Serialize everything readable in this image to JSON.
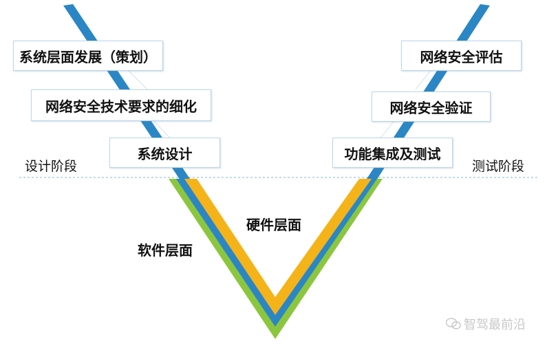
{
  "left_boxes": {
    "system_level": "系统层面发展（策划）",
    "security_requirements": "网络安全技术要求的细化",
    "system_design": "系统设计"
  },
  "right_boxes": {
    "security_assessment": "网络安全评估",
    "security_verification": "网络安全验证",
    "integration_testing": "功能集成及测试"
  },
  "stages": {
    "design": "设计阶段",
    "testing": "测试阶段"
  },
  "layers": {
    "hardware": "硬件层面",
    "software": "软件层面"
  },
  "watermark": {
    "text": "智驾最前沿"
  },
  "colors": {
    "blue": "#2b86c5",
    "green": "#8cc63f",
    "orange": "#f5b31a",
    "box_border": "#b9d6ea",
    "dotted_line": "#9cc3e0"
  }
}
